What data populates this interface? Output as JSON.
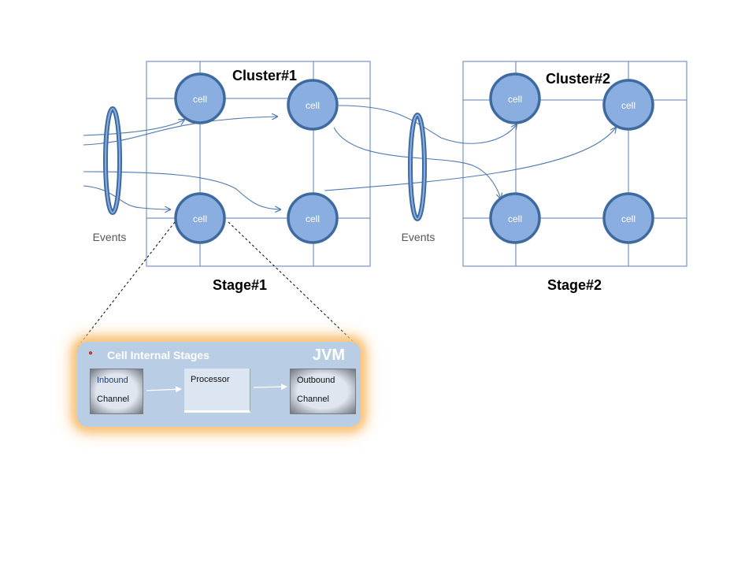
{
  "diagram": {
    "cluster1_title": "Cluster#1",
    "cluster2_title": "Cluster#2",
    "stage1_title": "Stage#1",
    "stage2_title": "Stage#2",
    "events_label": "Events",
    "cell_label": "cell",
    "colors": {
      "cell_fill": "#8aaee0",
      "cell_stroke": "#3f6aa0",
      "grid": "#5b7fb5",
      "glow": "#f7c57d",
      "panel": "#b9cde5"
    }
  },
  "jvm": {
    "heading": "Cell Internal Stages",
    "label": "JVM",
    "inbound": [
      "Inbound",
      "Channel"
    ],
    "processor": "Processor",
    "outbound": [
      "Outbound",
      "Channel"
    ]
  }
}
